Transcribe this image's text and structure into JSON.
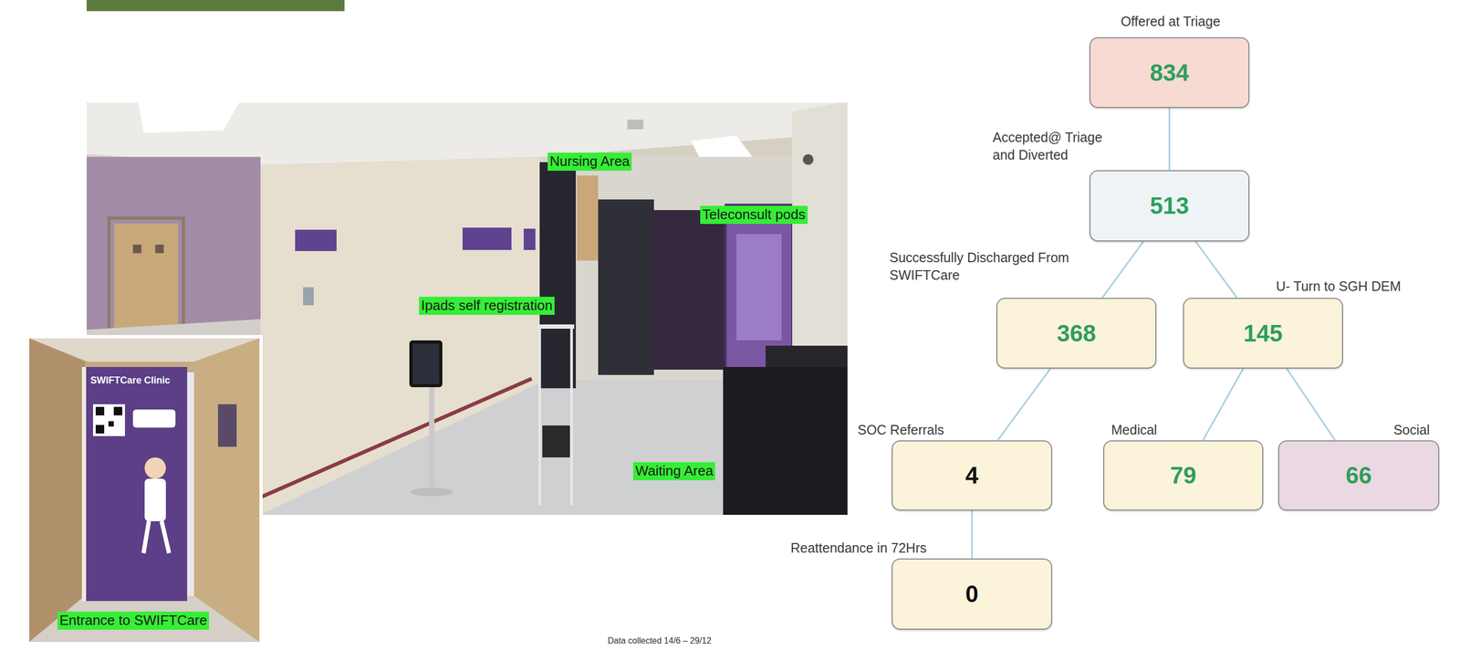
{
  "diagram": {
    "caption": "Data collected 14/6 – 29/12",
    "nodes": [
      {
        "text": [
          "Offered at Triage",
          "834"
        ]
      },
      {
        "text": [
          "Accepted@ Triage and Diverted",
          "513"
        ]
      },
      {
        "text": [
          "Successfully Discharged From SWIFTCare",
          "368"
        ]
      },
      {
        "text": [
          "U- Turn to SGH DEM",
          "145"
        ]
      },
      {
        "text": [
          "SOC Referrals",
          "4"
        ]
      },
      {
        "text": [
          "Medical",
          "79"
        ]
      },
      {
        "text": [
          "Social",
          "66"
        ]
      },
      {
        "text": [
          "Reattendance in 72Hrs",
          "0"
        ]
      }
    ],
    "edges": [
      {
        "from": 0,
        "to": 1,
        "arrow": "none"
      },
      {
        "from": 1,
        "to": 2,
        "arrow": "none"
      },
      {
        "from": 1,
        "to": 3,
        "arrow": "none"
      },
      {
        "from": 2,
        "to": 4,
        "arrow": "none"
      },
      {
        "from": 3,
        "to": 5,
        "arrow": "none"
      },
      {
        "from": 3,
        "to": 6,
        "arrow": "none"
      },
      {
        "from": 4,
        "to": 7,
        "arrow": "none"
      }
    ],
    "labels": [
      "Nursing Area",
      "Teleconsult pods",
      "Ipads self registration",
      "Waiting Area",
      "SWIFTCare Clinic",
      "Entrance to SWIFTCare"
    ]
  }
}
